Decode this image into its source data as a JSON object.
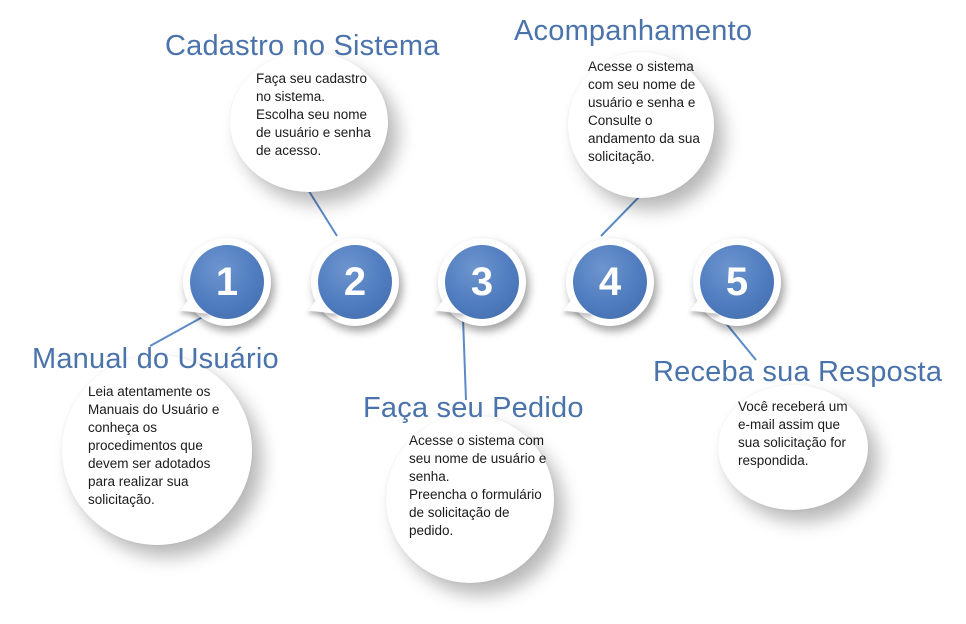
{
  "steps": [
    {
      "number": "1",
      "title": "Manual do Usuário",
      "text": "Leia atentamente os\nManuais do Usuário e\nconheça os\nprocedimentos que\ndevem ser adotados\npara realizar sua\nsolicitação."
    },
    {
      "number": "2",
      "title": "Cadastro no Sistema",
      "text": "Faça seu cadastro\nno sistema.\nEscolha seu nome\nde usuário e senha\nde acesso."
    },
    {
      "number": "3",
      "title": "Faça seu Pedido",
      "text": "Acesse o sistema com\nseu nome de usuário e\nsenha.\nPreencha o formulário\nde solicitação de\npedido."
    },
    {
      "number": "4",
      "title": "Acompanhamento",
      "text": "Acesse o sistema\ncom seu nome de\nusuário e senha e\nConsulte o\nandamento da sua\nsolicitação."
    },
    {
      "number": "5",
      "title": "Receba sua Resposta",
      "text": "Você receberá um\ne-mail assim que\nsua solicitação for\nrespondida."
    }
  ],
  "colors": {
    "accent": "#4f7cbf",
    "title": "#4a73ac",
    "connector": "#5b8ac6",
    "text": "#1a1a1a"
  }
}
